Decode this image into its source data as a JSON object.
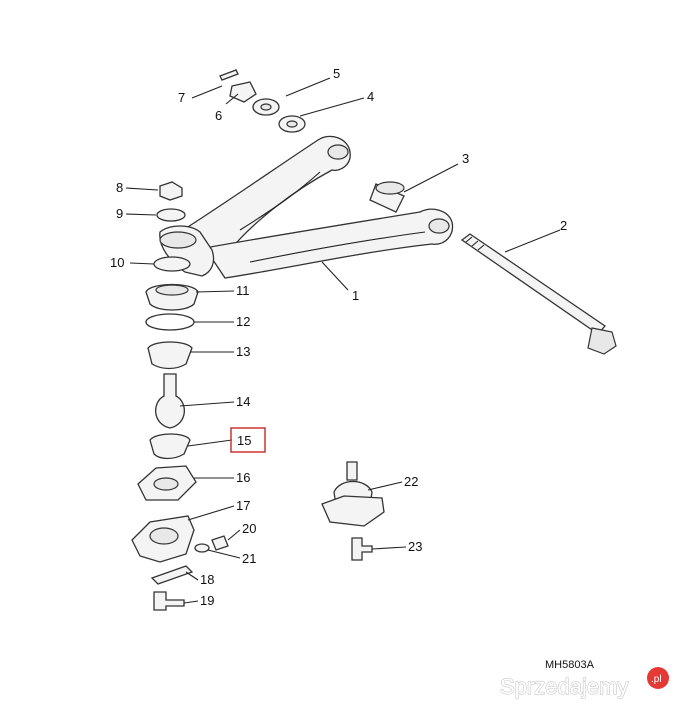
{
  "diagram": {
    "callouts": [
      {
        "id": "1",
        "label": "1"
      },
      {
        "id": "2",
        "label": "2"
      },
      {
        "id": "3",
        "label": "3"
      },
      {
        "id": "4",
        "label": "4"
      },
      {
        "id": "5",
        "label": "5"
      },
      {
        "id": "6",
        "label": "6"
      },
      {
        "id": "7",
        "label": "7"
      },
      {
        "id": "8",
        "label": "8"
      },
      {
        "id": "9",
        "label": "9"
      },
      {
        "id": "10",
        "label": "10"
      },
      {
        "id": "11",
        "label": "11"
      },
      {
        "id": "12",
        "label": "12"
      },
      {
        "id": "13",
        "label": "13"
      },
      {
        "id": "14",
        "label": "14"
      },
      {
        "id": "15",
        "label": "15",
        "highlighted": true
      },
      {
        "id": "16",
        "label": "16"
      },
      {
        "id": "17",
        "label": "17"
      },
      {
        "id": "18",
        "label": "18"
      },
      {
        "id": "19",
        "label": "19"
      },
      {
        "id": "20",
        "label": "20"
      },
      {
        "id": "21",
        "label": "21"
      },
      {
        "id": "22",
        "label": "22"
      },
      {
        "id": "23",
        "label": "23"
      }
    ],
    "highlight_color": "#d04040",
    "drawing_code": "MH5803A"
  },
  "watermark": {
    "text": "Sprzedajemy",
    "badge": ".pl",
    "badge_color": "#e53935"
  }
}
